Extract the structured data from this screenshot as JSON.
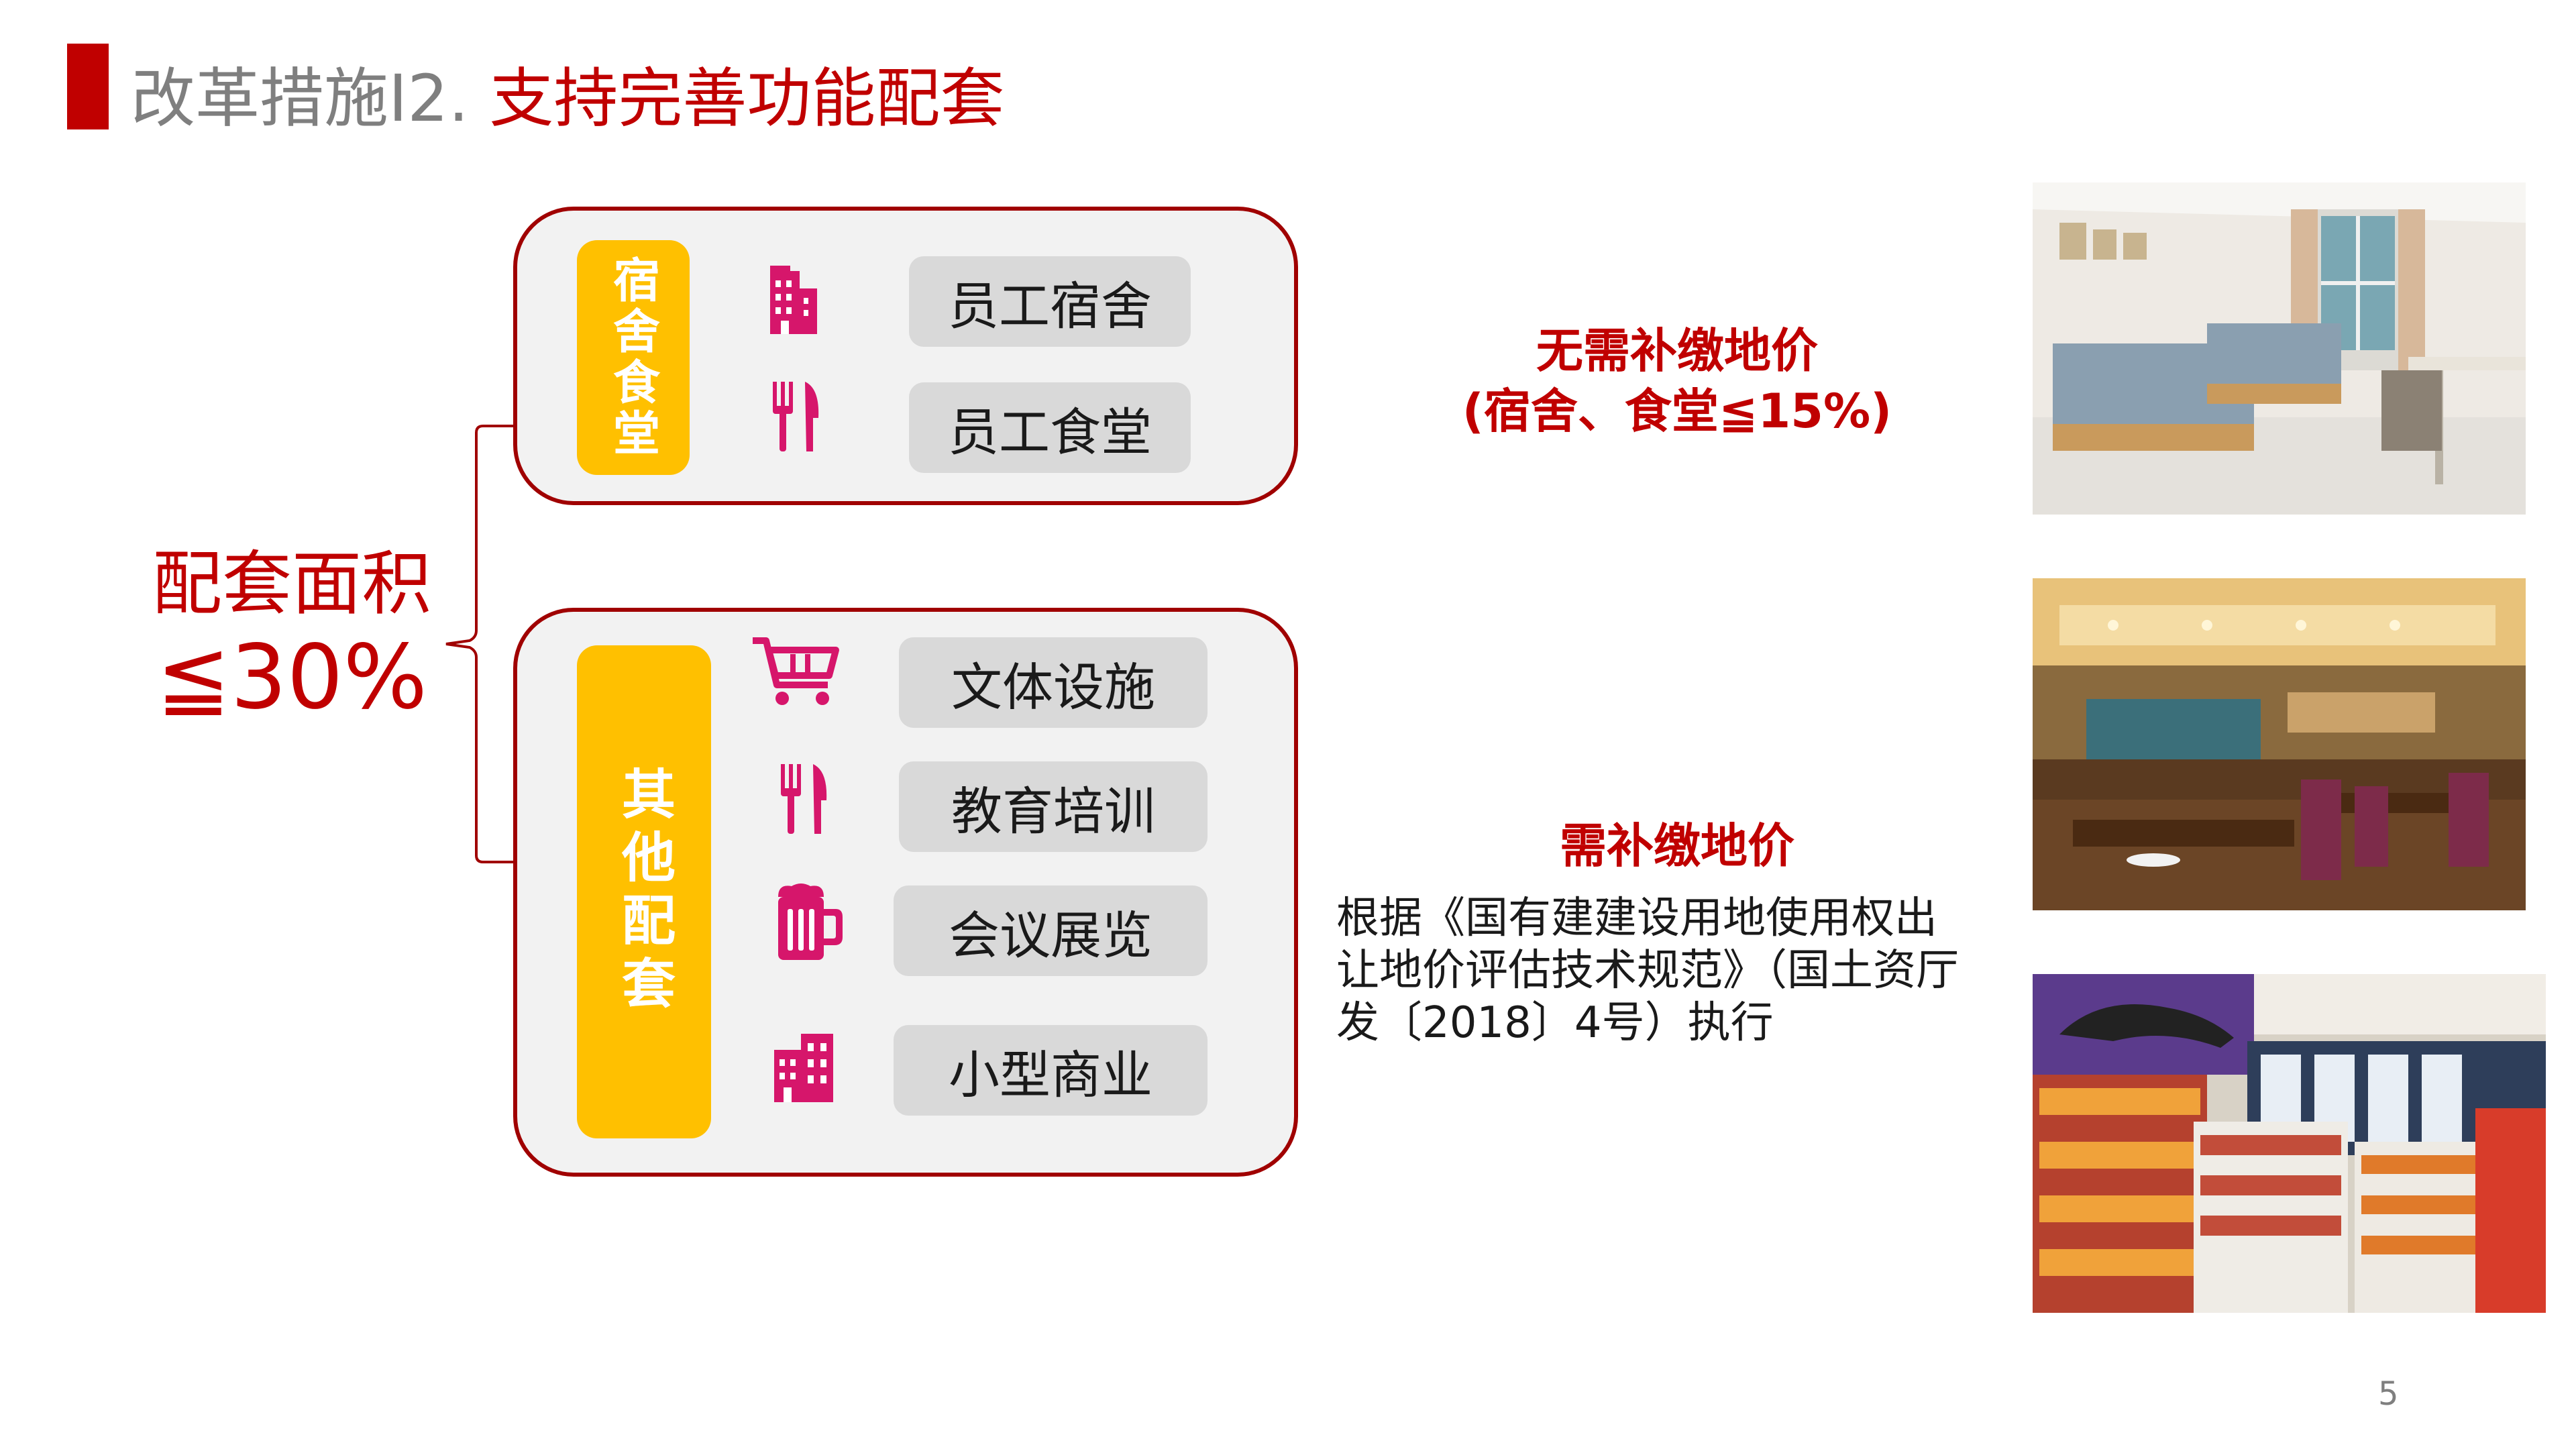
{
  "header": {
    "title_gray": "改革措施I2.",
    "title_red": " 支持完善功能配套"
  },
  "summary": {
    "line1": "配套面积",
    "line2": "≦30%"
  },
  "group_top": {
    "category": "宿舍食堂",
    "items": [
      {
        "label": "员工宿舍",
        "icon": "building-icon"
      },
      {
        "label": "员工食堂",
        "icon": "fork-knife-icon"
      }
    ]
  },
  "group_bottom": {
    "category": "其他配套",
    "items": [
      {
        "label": "文体设施",
        "icon": "shopping-cart-icon"
      },
      {
        "label": "教育培训",
        "icon": "fork-knife-icon"
      },
      {
        "label": "会议展览",
        "icon": "beer-mug-icon"
      },
      {
        "label": "小型商业",
        "icon": "building-icon"
      }
    ]
  },
  "notes": {
    "top_line1": "无需补缴地价",
    "top_line2": "(宿舍、食堂≦15%)",
    "bottom_title": "需补缴地价",
    "bottom_body": "根据《国有建建设用地使用权出让地价评估技术规范》（国土资厅发〔2018〕4号）执行"
  },
  "page_number": "5",
  "colors": {
    "accent_red": "#c00000",
    "yellow": "#ffc000",
    "icon_pink": "#d6166b",
    "pill_gray": "#d9d9d9"
  }
}
